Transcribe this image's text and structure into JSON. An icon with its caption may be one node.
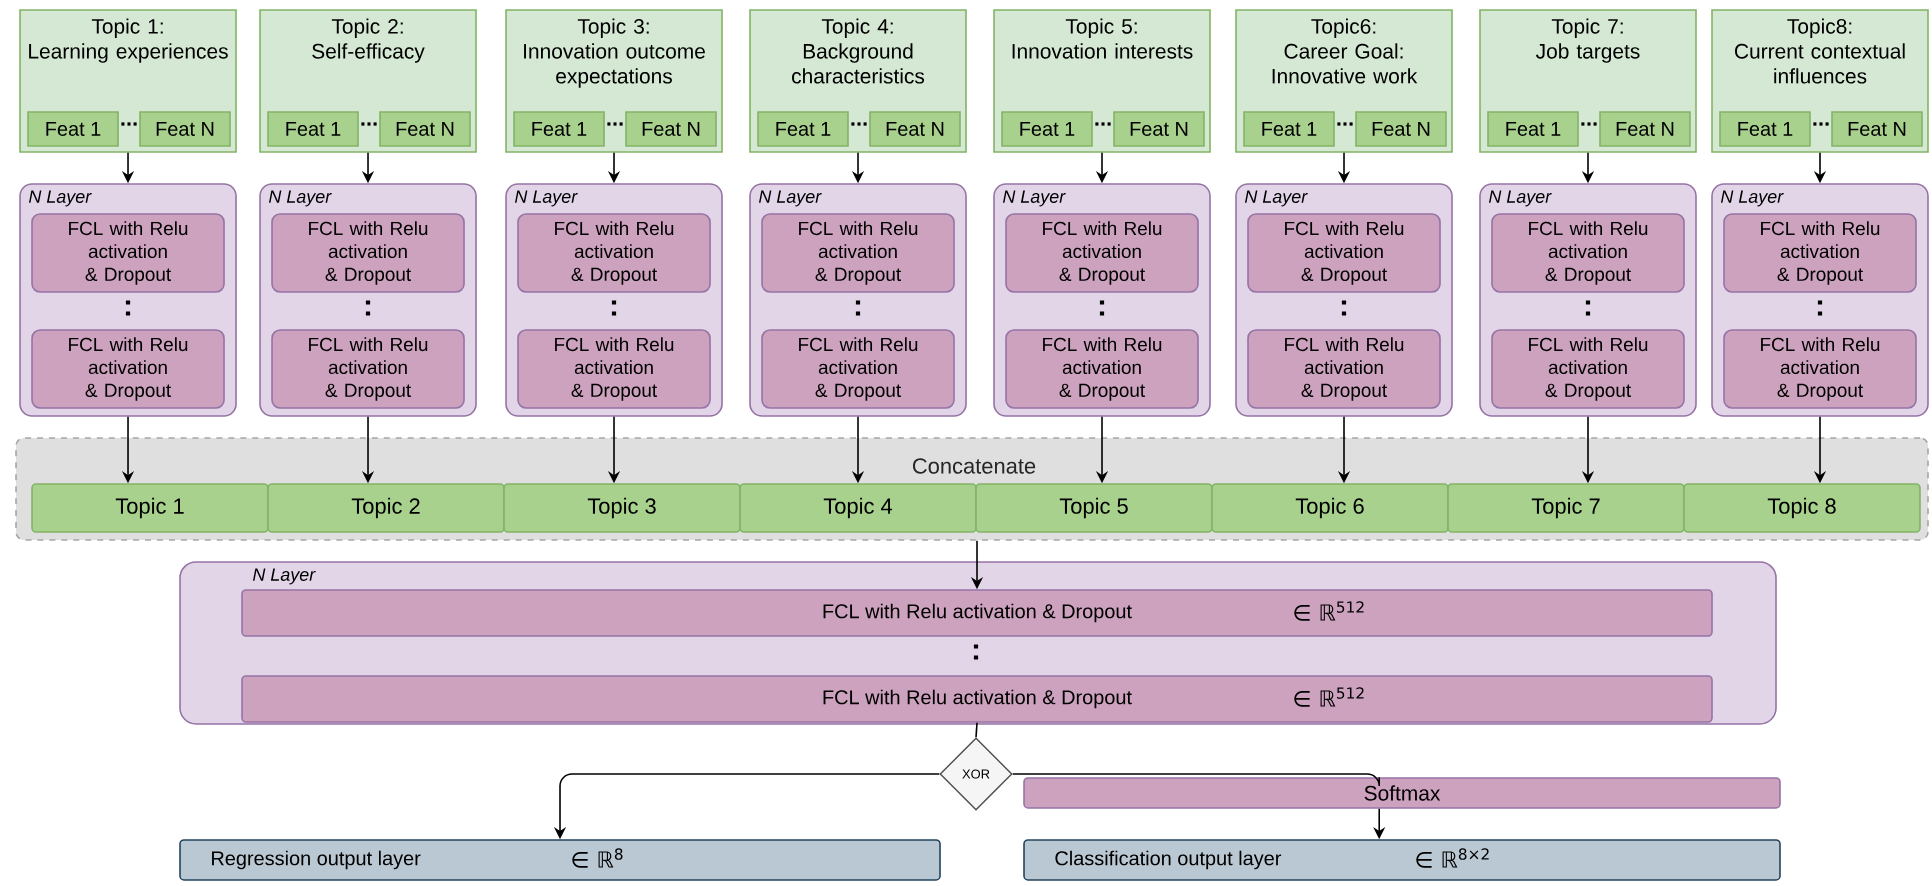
{
  "diagram": {
    "nodes": [
      {
        "text": [
          "Topic 1:",
          "Learning experiences"
        ]
      },
      {
        "text": [
          "Feat 1"
        ],
        "in": 0
      },
      {
        "text": [
          "Feat N"
        ],
        "in": 0
      },
      {
        "text": [
          "N Layer"
        ]
      },
      {
        "text": [
          "FCL with Relu activation & Dropout"
        ],
        "in": 3
      },
      {
        "text": [
          "FCL with Relu activation & Dropout"
        ],
        "in": 3
      },
      {
        "text": [
          "Topic 2:",
          "Self-efficacy"
        ]
      },
      {
        "text": [
          "Feat 1"
        ],
        "in": 6
      },
      {
        "text": [
          "Feat N"
        ],
        "in": 6
      },
      {
        "text": [
          "N Layer"
        ]
      },
      {
        "text": [
          "FCL with Relu activation & Dropout"
        ],
        "in": 9
      },
      {
        "text": [
          "FCL with Relu activation & Dropout"
        ],
        "in": 9
      },
      {
        "text": [
          "Topic 3:",
          "Innovation outcome expectations"
        ]
      },
      {
        "text": [
          "Feat 1"
        ],
        "in": 12
      },
      {
        "text": [
          "Feat N"
        ],
        "in": 12
      },
      {
        "text": [
          "N Layer"
        ]
      },
      {
        "text": [
          "FCL with Relu activation & Dropout"
        ],
        "in": 15
      },
      {
        "text": [
          "FCL with Relu activation & Dropout"
        ],
        "in": 15
      },
      {
        "text": [
          "Topic 4:",
          "Background characteristics"
        ]
      },
      {
        "text": [
          "Feat 1"
        ],
        "in": 18
      },
      {
        "text": [
          "Feat N"
        ],
        "in": 18
      },
      {
        "text": [
          "N Layer"
        ]
      },
      {
        "text": [
          "FCL with Relu activation & Dropout"
        ],
        "in": 21
      },
      {
        "text": [
          "FCL with Relu activation & Dropout"
        ],
        "in": 21
      },
      {
        "text": [
          "Topic 5:",
          "Innovation interests"
        ]
      },
      {
        "text": [
          "Feat 1"
        ],
        "in": 24
      },
      {
        "text": [
          "Feat N"
        ],
        "in": 24
      },
      {
        "text": [
          "N Layer"
        ]
      },
      {
        "text": [
          "FCL with Relu activation & Dropout"
        ],
        "in": 27
      },
      {
        "text": [
          "FCL with Relu activation & Dropout"
        ],
        "in": 27
      },
      {
        "text": [
          "Topic6:",
          "Career Goal: Innovative work"
        ]
      },
      {
        "text": [
          "Feat 1"
        ],
        "in": 30
      },
      {
        "text": [
          "Feat N"
        ],
        "in": 30
      },
      {
        "text": [
          "N Layer"
        ]
      },
      {
        "text": [
          "FCL with Relu activation & Dropout"
        ],
        "in": 33
      },
      {
        "text": [
          "FCL with Relu activation & Dropout"
        ],
        "in": 33
      },
      {
        "text": [
          "Topic 7:",
          "Job targets"
        ]
      },
      {
        "text": [
          "Feat 1"
        ],
        "in": 36
      },
      {
        "text": [
          "Feat N"
        ],
        "in": 36
      },
      {
        "text": [
          "N Layer"
        ]
      },
      {
        "text": [
          "FCL with Relu activation & Dropout"
        ],
        "in": 39
      },
      {
        "text": [
          "FCL with Relu activation & Dropout"
        ],
        "in": 39
      },
      {
        "text": [
          "Topic8:",
          "Current contextual influences"
        ]
      },
      {
        "text": [
          "Feat 1"
        ],
        "in": 42
      },
      {
        "text": [
          "Feat N"
        ],
        "in": 42
      },
      {
        "text": [
          "N Layer"
        ]
      },
      {
        "text": [
          "FCL with Relu activation & Dropout"
        ],
        "in": 45
      },
      {
        "text": [
          "FCL with Relu activation & Dropout"
        ],
        "in": 45
      },
      {
        "text": [
          "Concatenate"
        ]
      },
      {
        "text": [
          "Topic 1"
        ],
        "in": 48
      },
      {
        "text": [
          "Topic 2"
        ],
        "in": 48
      },
      {
        "text": [
          "Topic 3"
        ],
        "in": 48
      },
      {
        "text": [
          "Topic 4"
        ],
        "in": 48
      },
      {
        "text": [
          "Topic 5"
        ],
        "in": 48
      },
      {
        "text": [
          "Topic 6"
        ],
        "in": 48
      },
      {
        "text": [
          "Topic 7"
        ],
        "in": 48
      },
      {
        "text": [
          "Topic 8"
        ],
        "in": 48
      },
      {
        "text": [
          "N Layer"
        ]
      },
      {
        "text": [
          "FCL with Relu activation & Dropout",
          "∈ ℝ$^{512}$"
        ],
        "in": 57
      },
      {
        "text": [
          "FCL with Relu activation & Dropout",
          "∈ ℝ$^{512}$"
        ],
        "in": 57
      },
      {
        "text": [
          "XOR"
        ]
      },
      {
        "text": [
          "Softmax"
        ]
      },
      {
        "text": [
          "Regression output layer",
          "∈ ℝ$^{8}$"
        ]
      },
      {
        "text": [
          "Classification output layer",
          "∈ ℝ$^{8×2}$"
        ]
      }
    ],
    "edges": [
      {
        "from": 0,
        "to": 3,
        "arrow": "to"
      },
      {
        "from": 6,
        "to": 9,
        "arrow": "to"
      },
      {
        "from": 12,
        "to": 15,
        "arrow": "to"
      },
      {
        "from": 18,
        "to": 21,
        "arrow": "to"
      },
      {
        "from": 24,
        "to": 27,
        "arrow": "to"
      },
      {
        "from": 30,
        "to": 33,
        "arrow": "to"
      },
      {
        "from": 36,
        "to": 39,
        "arrow": "to"
      },
      {
        "from": 42,
        "to": 45,
        "arrow": "to"
      },
      {
        "from": 3,
        "to": 49,
        "arrow": "to"
      },
      {
        "from": 9,
        "to": 50,
        "arrow": "to"
      },
      {
        "from": 15,
        "to": 51,
        "arrow": "to"
      },
      {
        "from": 21,
        "to": 52,
        "arrow": "to"
      },
      {
        "from": 27,
        "to": 53,
        "arrow": "to"
      },
      {
        "from": 33,
        "to": 54,
        "arrow": "to"
      },
      {
        "from": 39,
        "to": 55,
        "arrow": "to"
      },
      {
        "from": 45,
        "to": 56,
        "arrow": "to"
      },
      {
        "from": 48,
        "to": 58,
        "arrow": "to"
      },
      {
        "from": 59,
        "to": 60,
        "arrow": "none"
      },
      {
        "from": 60,
        "to": 62,
        "arrow": "to"
      },
      {
        "from": 60,
        "to": 61,
        "arrow": "none"
      },
      {
        "from": 61,
        "to": 63,
        "arrow": "to"
      }
    ],
    "labels": [
      "...",
      "...",
      "...",
      "...",
      "...",
      "...",
      "...",
      "...",
      ":",
      ":",
      ":",
      ":",
      ":",
      ":",
      ":",
      ":",
      ":"
    ]
  }
}
